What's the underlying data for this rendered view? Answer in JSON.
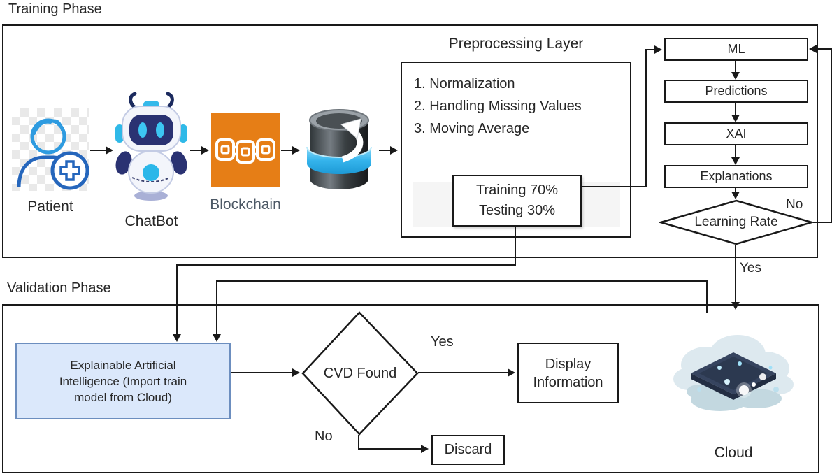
{
  "training": {
    "phase_label": "Training Phase",
    "patient_label": "Patient",
    "chatbot_label": "ChatBot",
    "blockchain_label": "Blockchain",
    "preprocessing": {
      "title": "Preprocessing Layer",
      "items": [
        "1. Normalization",
        "2. Handling Missing Values",
        "3. Moving Average"
      ],
      "split": {
        "train": "Training 70%",
        "test": "Testing 30%"
      }
    },
    "pipeline": {
      "ml": "ML",
      "predictions": "Predictions",
      "xai": "XAI",
      "explanations": "Explanations",
      "learning_rate": "Learning Rate",
      "no": "No",
      "yes": "Yes"
    }
  },
  "validation": {
    "phase_label": "Validation Phase",
    "eai_label": "Explainable Artificial Intelligence (Import train model from Cloud)",
    "cvd_label": "CVD Found",
    "yes": "Yes",
    "no": "No",
    "display_label": "Display Information",
    "discard_label": "Discard",
    "cloud_label": "Cloud"
  },
  "colors": {
    "line": "#191919",
    "blockchain_orange": "#e67e16",
    "eai_fill": "#dbe8fb",
    "eai_border": "#6c8ebf",
    "patient_blue": "#2e9be0",
    "bot_navy": "#2a3272",
    "accent_cyan": "#35b9ea"
  }
}
